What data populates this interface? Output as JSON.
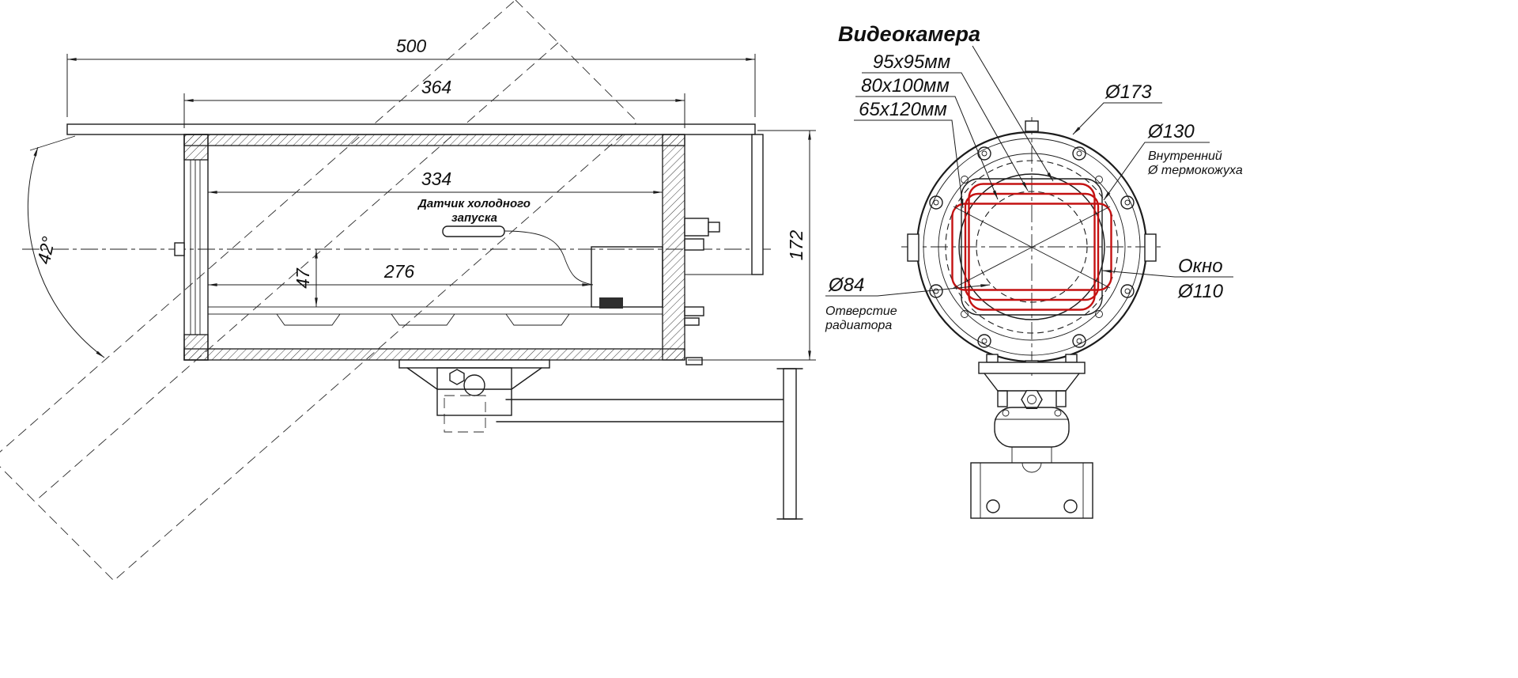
{
  "colors": {
    "accent_red": "#c41212",
    "ink": "#1c1c1c"
  },
  "side": {
    "dim_500": "500",
    "dim_364": "364",
    "dim_334": "334",
    "dim_276": "276",
    "dim_47": "47",
    "dim_172": "172",
    "dim_angle": "42°",
    "sensor_line1": "Датчик холодного",
    "sensor_line2": "запуска"
  },
  "front": {
    "camera": "Видеокамера",
    "size_1": "95х95мм",
    "size_2": "80х100мм",
    "size_3": "65х120мм",
    "dia_outer": "Ø173",
    "dia_inner": "Ø130",
    "dia_inner_note1": "Внутренний",
    "dia_inner_note2": "Ø термокожуха",
    "dia_radiator": "Ø84",
    "dia_radiator_note1": "Отверстие",
    "dia_radiator_note2": "радиатора",
    "window_label": "Окно",
    "window_dia": "Ø110"
  }
}
